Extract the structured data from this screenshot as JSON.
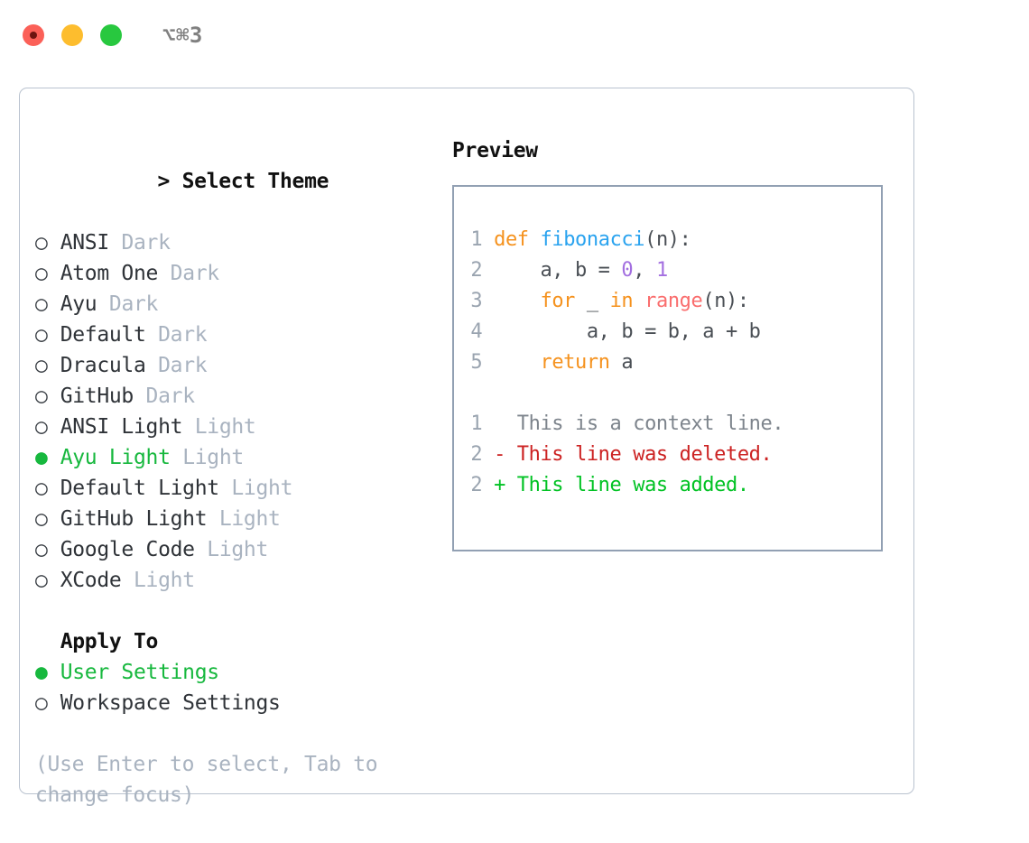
{
  "window": {
    "title": "⌥⌘3",
    "traffic_lights": [
      "close-red",
      "minimize-yellow",
      "maximize-green"
    ]
  },
  "left": {
    "header": {
      "caret": "> ",
      "label": "Select Theme"
    },
    "themes": [
      {
        "marker": "○ ",
        "name": "ANSI",
        "tag": "Dark",
        "selected": false
      },
      {
        "marker": "○ ",
        "name": "Atom One",
        "tag": "Dark",
        "selected": false
      },
      {
        "marker": "○ ",
        "name": "Ayu",
        "tag": "Dark",
        "selected": false
      },
      {
        "marker": "○ ",
        "name": "Default",
        "tag": "Dark",
        "selected": false
      },
      {
        "marker": "○ ",
        "name": "Dracula",
        "tag": "Dark",
        "selected": false
      },
      {
        "marker": "○ ",
        "name": "GitHub",
        "tag": "Dark",
        "selected": false
      },
      {
        "marker": "○ ",
        "name": "ANSI Light",
        "tag": "Light",
        "selected": false
      },
      {
        "marker": "● ",
        "name": "Ayu Light",
        "tag": "Light",
        "selected": true
      },
      {
        "marker": "○ ",
        "name": "Default Light",
        "tag": "Light",
        "selected": false
      },
      {
        "marker": "○ ",
        "name": "GitHub Light",
        "tag": "Light",
        "selected": false
      },
      {
        "marker": "○ ",
        "name": "Google Code",
        "tag": "Light",
        "selected": false
      },
      {
        "marker": "○ ",
        "name": "XCode",
        "tag": "Light",
        "selected": false
      }
    ],
    "apply_to": {
      "header": "Apply To",
      "options": [
        {
          "marker": "● ",
          "name": "User Settings",
          "selected": true
        },
        {
          "marker": "○ ",
          "name": "Workspace Settings",
          "selected": false
        }
      ]
    },
    "hint": "(Use Enter to select, Tab to change focus)"
  },
  "right": {
    "title": "Preview",
    "code": [
      {
        "num": "1",
        "tokens": [
          {
            "t": " ",
            "c": "txt"
          },
          {
            "t": "def",
            "c": "kw"
          },
          {
            "t": " ",
            "c": "txt"
          },
          {
            "t": "fibonacci",
            "c": "fn"
          },
          {
            "t": "(n):",
            "c": "txt"
          }
        ]
      },
      {
        "num": "2",
        "tokens": [
          {
            "t": "     a, b = ",
            "c": "txt"
          },
          {
            "t": "0",
            "c": "num"
          },
          {
            "t": ", ",
            "c": "txt"
          },
          {
            "t": "1",
            "c": "num"
          }
        ]
      },
      {
        "num": "3",
        "tokens": [
          {
            "t": "     ",
            "c": "txt"
          },
          {
            "t": "for",
            "c": "kw"
          },
          {
            "t": " _ ",
            "c": "txt"
          },
          {
            "t": "in",
            "c": "kw"
          },
          {
            "t": " ",
            "c": "txt"
          },
          {
            "t": "range",
            "c": "bi"
          },
          {
            "t": "(n):",
            "c": "txt"
          }
        ]
      },
      {
        "num": "4",
        "tokens": [
          {
            "t": "         a, b = b, a + b",
            "c": "txt"
          }
        ]
      },
      {
        "num": "5",
        "tokens": [
          {
            "t": "     ",
            "c": "txt"
          },
          {
            "t": "return",
            "c": "kw"
          },
          {
            "t": " a",
            "c": "txt"
          }
        ]
      }
    ],
    "diff": [
      {
        "num": "1",
        "text": "   This is a context line.",
        "cls": "ctx"
      },
      {
        "num": "2",
        "text": " - This line was deleted.",
        "cls": "del"
      },
      {
        "num": "2",
        "text": " + This line was added.",
        "cls": "add"
      }
    ]
  },
  "colors": {
    "accent_green": "#17b83e",
    "muted": "#a9b3c0",
    "keyword": "#f5921e",
    "function": "#2aa3ef",
    "number": "#a36fe0",
    "builtin": "#fa6e6e",
    "diff_delete": "#cc2222",
    "diff_add": "#00c223",
    "border": "#b9c2cf",
    "preview_border": "#92a0b3"
  }
}
